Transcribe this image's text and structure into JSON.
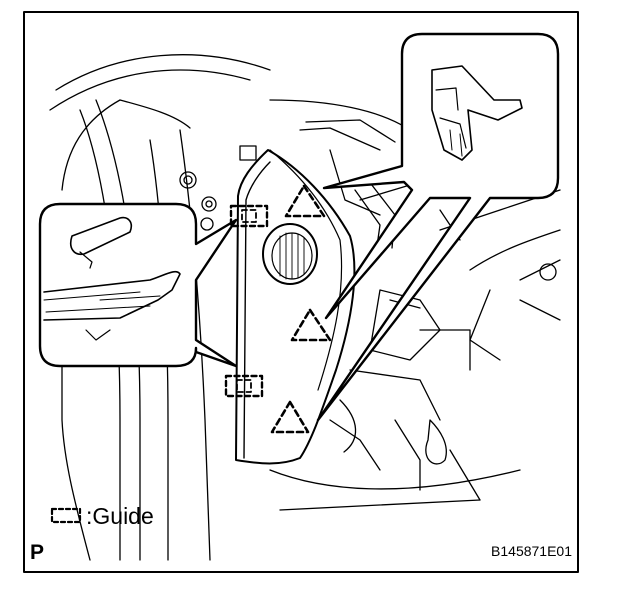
{
  "legend": {
    "symbol_icon": "dashed-rectangle-guide-icon",
    "label": ":Guide"
  },
  "corner_letter": "P",
  "figure_code": "B145871E01",
  "colors": {
    "ink": "#000000",
    "paper": "#ffffff"
  }
}
